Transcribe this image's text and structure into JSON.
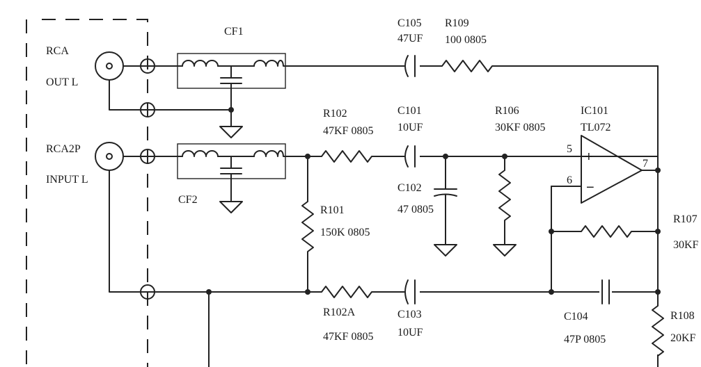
{
  "labels": {
    "rca_out_name": "RCA",
    "rca_out_channel": "OUT L",
    "rca_in_name": "RCA2P",
    "rca_in_channel": "INPUT L",
    "cf1": "CF1",
    "cf2": "CF2",
    "c105_ref": "C105",
    "c105_val": "47UF",
    "r109_ref": "R109",
    "r109_val": "100 0805",
    "r102_ref": "R102",
    "r102_val": "47KF 0805",
    "c101_ref": "C101",
    "c101_val": "10UF",
    "r106_ref": "R106",
    "r106_val": "30KF 0805",
    "ic101_ref": "IC101",
    "ic101_val": "TL072",
    "c102_ref": "C102",
    "c102_val": "47 0805",
    "r101_ref": "R101",
    "r101_val": "150K 0805",
    "r107_ref": "R107",
    "r107_val": "30KF",
    "r102a_ref": "R102A",
    "r102a_val": "47KF 0805",
    "c103_ref": "C103",
    "c103_val": "10UF",
    "c104_ref": "C104",
    "c104_val": "47P 0805",
    "r108_ref": "R108",
    "r108_val": "20KF",
    "pin_plus": "5",
    "pin_minus": "6",
    "pin_out": "7",
    "sign_plus": "+",
    "sign_minus": "−"
  }
}
